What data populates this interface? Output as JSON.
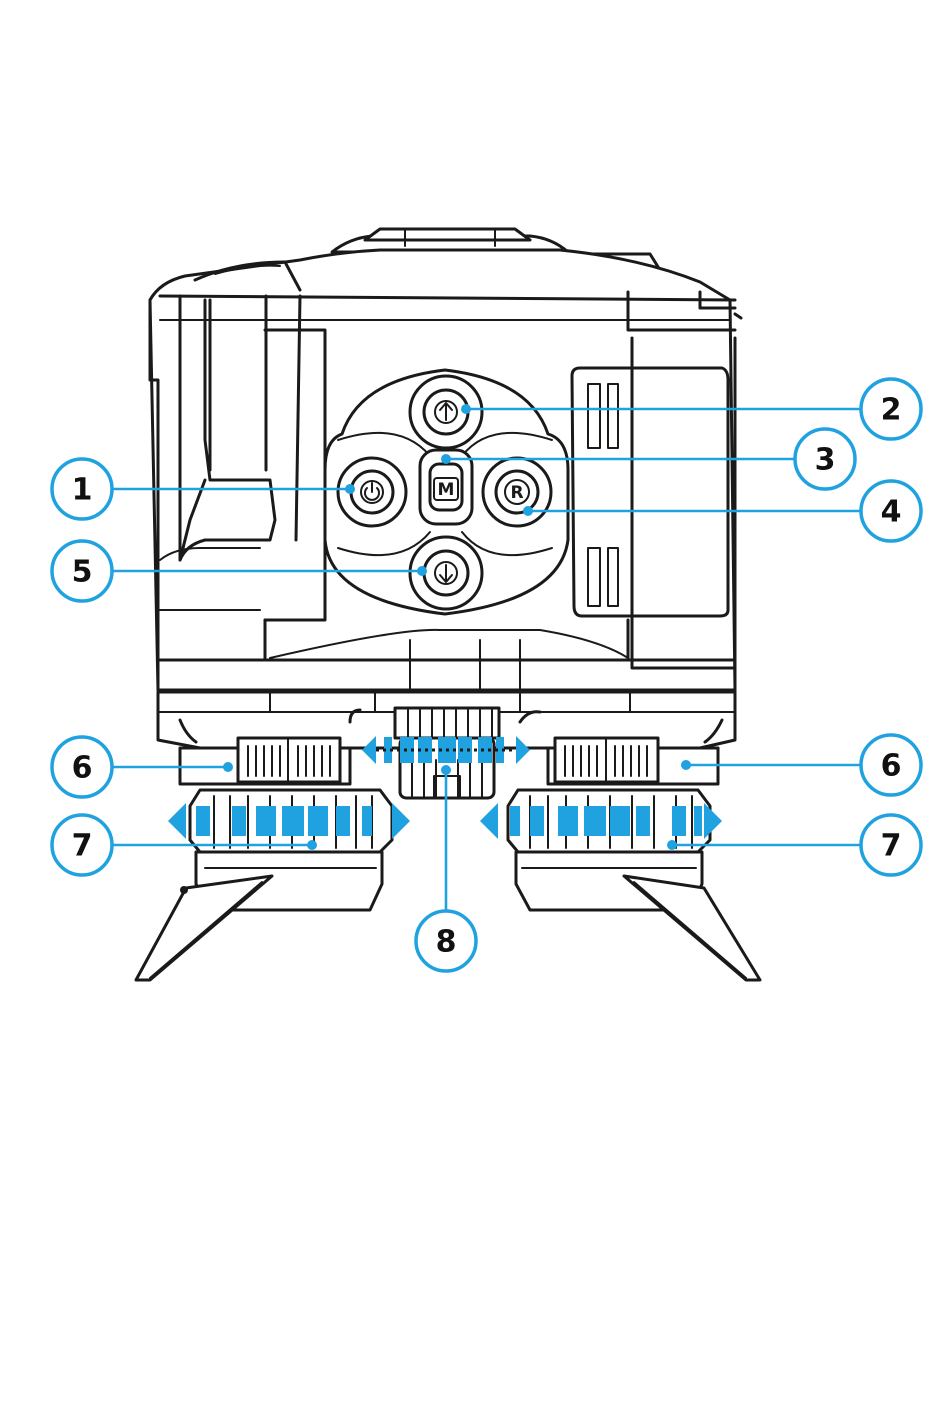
{
  "colors": {
    "accent": "#1fa2df",
    "line": "#1a1a1a",
    "background": "#ffffff"
  },
  "buttons": {
    "up": {
      "icon": "arrow-up-icon"
    },
    "menu": {
      "glyph": "M",
      "icon": "menu-letter-icon"
    },
    "record": {
      "glyph": "R",
      "icon": "record-letter-icon"
    },
    "power": {
      "icon": "power-icon"
    },
    "down": {
      "icon": "arrow-down-icon"
    }
  },
  "callouts": [
    {
      "id": "c1",
      "label": "1",
      "target": "power-button"
    },
    {
      "id": "c2",
      "label": "2",
      "target": "up-button"
    },
    {
      "id": "c3",
      "label": "3",
      "target": "menu-button"
    },
    {
      "id": "c4",
      "label": "4",
      "target": "record-button"
    },
    {
      "id": "c5",
      "label": "5",
      "target": "down-button"
    },
    {
      "id": "c6l",
      "label": "6",
      "target": "left-diopter-ring"
    },
    {
      "id": "c6r",
      "label": "6",
      "target": "right-diopter-ring"
    },
    {
      "id": "c7l",
      "label": "7",
      "target": "left-eyepiece-ring"
    },
    {
      "id": "c7r",
      "label": "7",
      "target": "right-eyepiece-ring"
    },
    {
      "id": "c8",
      "label": "8",
      "target": "center-focus-knob"
    }
  ]
}
